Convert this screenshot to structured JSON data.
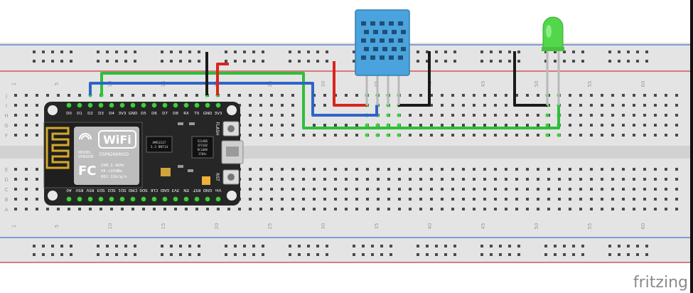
{
  "breadboard": {
    "column_numbers": [
      "1",
      "5",
      "10",
      "15",
      "20",
      "25",
      "30",
      "35",
      "40",
      "45",
      "50",
      "55",
      "60"
    ],
    "row_letters_top": [
      "J",
      "I",
      "H",
      "G",
      "F"
    ],
    "row_letters_bottom": [
      "E",
      "D",
      "C",
      "B",
      "A"
    ]
  },
  "nodemcu": {
    "top_pins": [
      "D0",
      "D1",
      "D2",
      "D3",
      "D4",
      "3V3",
      "GND",
      "D5",
      "D6",
      "D7",
      "D8",
      "RX",
      "TX",
      "GND",
      "3V3"
    ],
    "bottom_pins": [
      "A0",
      "RSV",
      "RSV",
      "SD3",
      "SD2",
      "SD1",
      "CMD",
      "SD0",
      "CLK",
      "GND",
      "3V3",
      "EN",
      "RST",
      "GND",
      "Vin"
    ],
    "wifi_text": "WiFi",
    "module_lines": [
      "MODEL",
      "VENDOR"
    ],
    "module_chip": "ESP8266MOD",
    "fcc_text": "FC",
    "spec_lines": [
      "ISM 2.4GHz",
      "PA +25dBm",
      "802.11b/g/n"
    ],
    "regulator_lines": [
      "AMS1117",
      "3.3 DN714"
    ],
    "usb_chip_lines": [
      "SILABS",
      "CP2102",
      "DCL00X",
      "1704+"
    ],
    "flash_label": "FLASH",
    "rst_label": "RST"
  },
  "footer": {
    "brand": "fritzing"
  },
  "colors": {
    "board_bg": "#e4e4e4",
    "hole": "#3a3a3a",
    "rail_red": "#d23b3b",
    "rail_blue": "#4a72c8",
    "wire_red": "#d9251c",
    "wire_blue": "#2e64c8",
    "wire_green": "#2fbf3a",
    "wire_black": "#1a1a1a",
    "dht": "#4aa3dc",
    "led": "#52d64a",
    "mcu": "#262626"
  }
}
